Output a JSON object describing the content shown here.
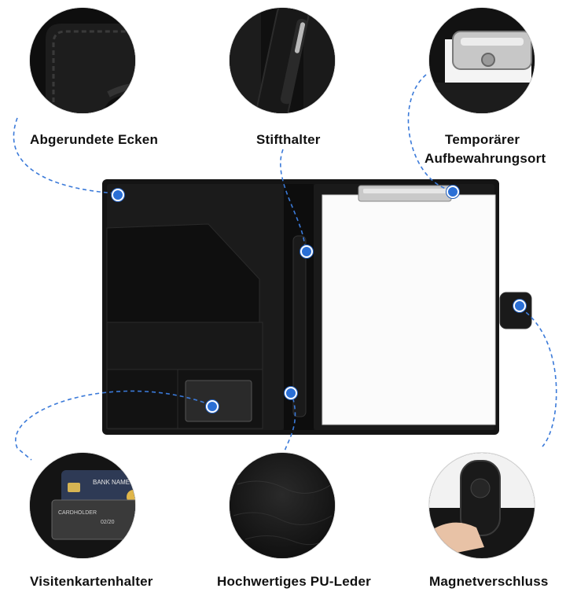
{
  "features": {
    "rounded_corners": "Abgerundete Ecken",
    "pen_holder": "Stifthalter",
    "temp_storage_line1": "Temporärer",
    "temp_storage_line2": "Aufbewahrungsort",
    "card_holder": "Visitenkartenhalter",
    "pu_leather": "Hochwertiges PU-Leder",
    "magnetic_closure": "Magnetverschluss"
  },
  "card_detail": {
    "bank_name": "BANK NAME",
    "holder": "CARDHOLDER",
    "expiry": "02/20"
  },
  "colors": {
    "accent_dot": "#2a6fd6",
    "connector": "#3b7ad9",
    "leather": "#141414"
  }
}
